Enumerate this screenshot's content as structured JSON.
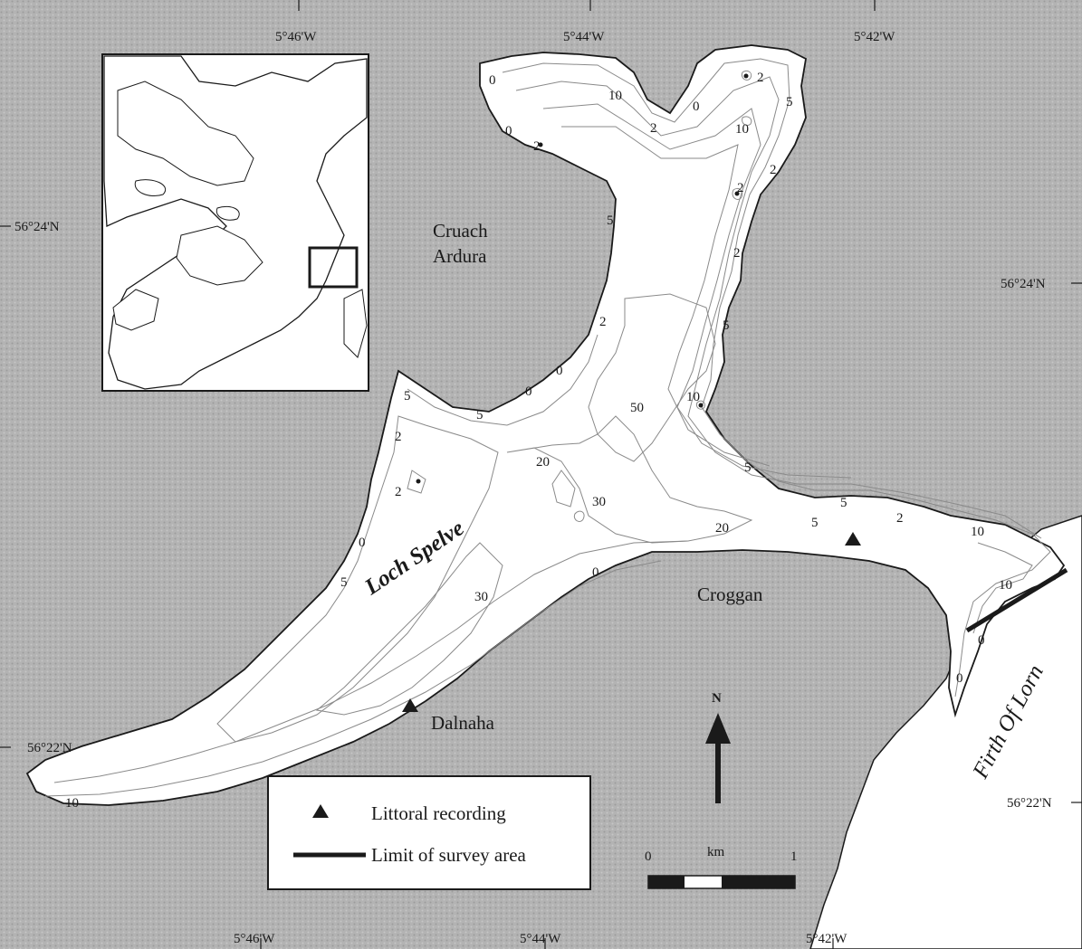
{
  "map": {
    "coords": {
      "top": [
        "5°46'W",
        "5°44'W",
        "5°42'W"
      ],
      "bottom": [
        "5°46'W",
        "5°44'W",
        "5°42'W"
      ],
      "left": [
        "56°24'N",
        "56°22'N"
      ],
      "right": [
        "56°24'N",
        "56°22'N"
      ]
    },
    "places": {
      "cruach_line1": "Cruach",
      "cruach_line2": "Ardura",
      "croggan": "Croggan",
      "dalnaha": "Dalnaha",
      "loch": "Loch Spelve",
      "firth": "Firth Of Lorn"
    },
    "depths": [
      "0",
      "10",
      "2",
      "0",
      "2",
      "10",
      "5",
      "0",
      "10",
      "2",
      "2",
      "5",
      "2",
      "2",
      "5",
      "0",
      "5",
      "0",
      "10",
      "50",
      "2",
      "2",
      "20",
      "30",
      "5",
      "5",
      "5",
      "2",
      "20",
      "5",
      "2",
      "10",
      "0",
      "0",
      "0",
      "5",
      "30",
      "0",
      "10"
    ],
    "legend": {
      "littoral": "Littoral recording",
      "limit": "Limit of survey area"
    },
    "scale": {
      "start": "0",
      "unit": "km",
      "end": "1"
    },
    "north": "N",
    "colors": {
      "land": "#b5b5b5",
      "water": "#ffffff",
      "ink": "#1a1a1a",
      "contour": "#8a8a8a"
    }
  }
}
